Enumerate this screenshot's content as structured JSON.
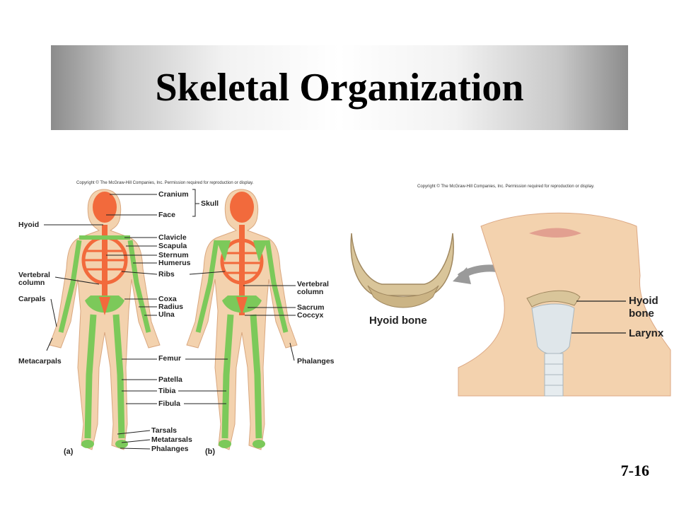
{
  "slide": {
    "title": "Skeletal Organization",
    "page_number": "7-16"
  },
  "left_figure": {
    "copyright": "Copyright © The McGraw-Hill Companies, Inc. Permission required for reproduction or display.",
    "panel_a": "(a)",
    "panel_b": "(b)",
    "labels": {
      "cranium": "Cranium",
      "face": "Face",
      "skull": "Skull",
      "hyoid": "Hyoid",
      "clavicle": "Clavicle",
      "scapula": "Scapula",
      "sternum": "Sternum",
      "humerus": "Humerus",
      "ribs": "Ribs",
      "vertebral_column_left": [
        "Vertebral",
        "column"
      ],
      "vertebral_column_right": [
        "Vertebral",
        "column"
      ],
      "carpals": "Carpals",
      "coxa": "Coxa",
      "radius": "Radius",
      "ulna": "Ulna",
      "sacrum": "Sacrum",
      "coccyx": "Coccyx",
      "metacarpals": "Metacarpals",
      "phalanges_hand": "Phalanges",
      "femur": "Femur",
      "patella": "Patella",
      "tibia": "Tibia",
      "fibula": "Fibula",
      "tarsals": "Tarsals",
      "metatarsals": "Metatarsals",
      "phalanges_foot": "Phalanges"
    }
  },
  "right_figure": {
    "copyright": "Copyright © The McGraw-Hill Companies, Inc. Permission required for reproduction or display.",
    "labels": {
      "hyoid_bone_detail": "Hyoid bone",
      "hyoid_bone": [
        "Hyoid",
        "bone"
      ],
      "larynx": "Larynx"
    }
  },
  "colors": {
    "axial_skeleton": "#f26a3c",
    "appendicular_skeleton": "#7cc95a",
    "skin": "#f3d2ae",
    "bone": "#d9c59a",
    "cartilage": "#dfe6ea"
  }
}
